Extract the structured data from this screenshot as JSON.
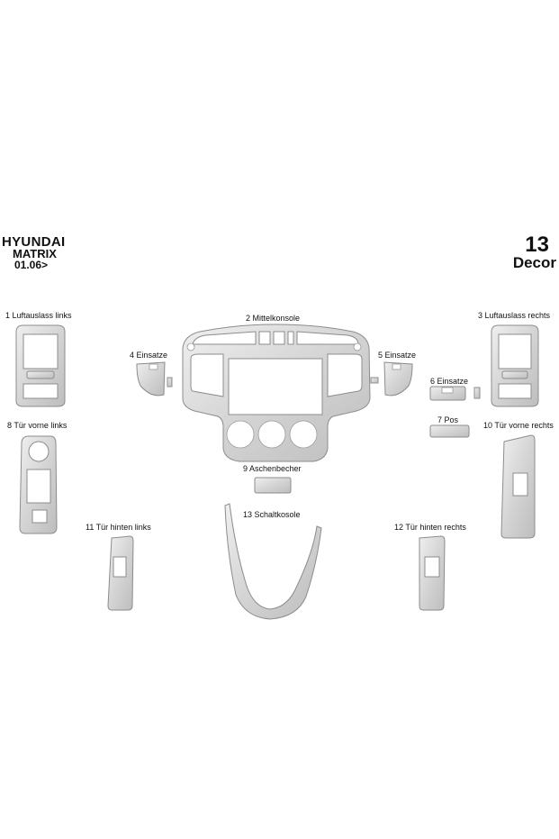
{
  "header": {
    "make": "HYUNDAI",
    "model": "MATRIX",
    "date": "01.06>",
    "count": "13",
    "count_label": "Decor"
  },
  "parts": [
    {
      "id": "p1",
      "label": "1 Luftauslass links"
    },
    {
      "id": "p2",
      "label": "2 Mittelkonsole"
    },
    {
      "id": "p3",
      "label": "3 Luftauslass rechts"
    },
    {
      "id": "p4",
      "label": "4 Einsatze"
    },
    {
      "id": "p5",
      "label": "5 Einsatze"
    },
    {
      "id": "p6",
      "label": "6 Einsatze"
    },
    {
      "id": "p7",
      "label": "7  Pos"
    },
    {
      "id": "p8",
      "label": "8 Tür vorne links"
    },
    {
      "id": "p9",
      "label": "9 Aschenbecher"
    },
    {
      "id": "p10",
      "label": "10 Tür vorne rechts"
    },
    {
      "id": "p11",
      "label": "11 Tür hinten links"
    },
    {
      "id": "p12",
      "label": "12 Tür hinten rechts"
    },
    {
      "id": "p13",
      "label": "13 Schaltkosole"
    }
  ],
  "colors": {
    "aluminium": "#d9d9d9",
    "outline": "#8c8c8c"
  }
}
